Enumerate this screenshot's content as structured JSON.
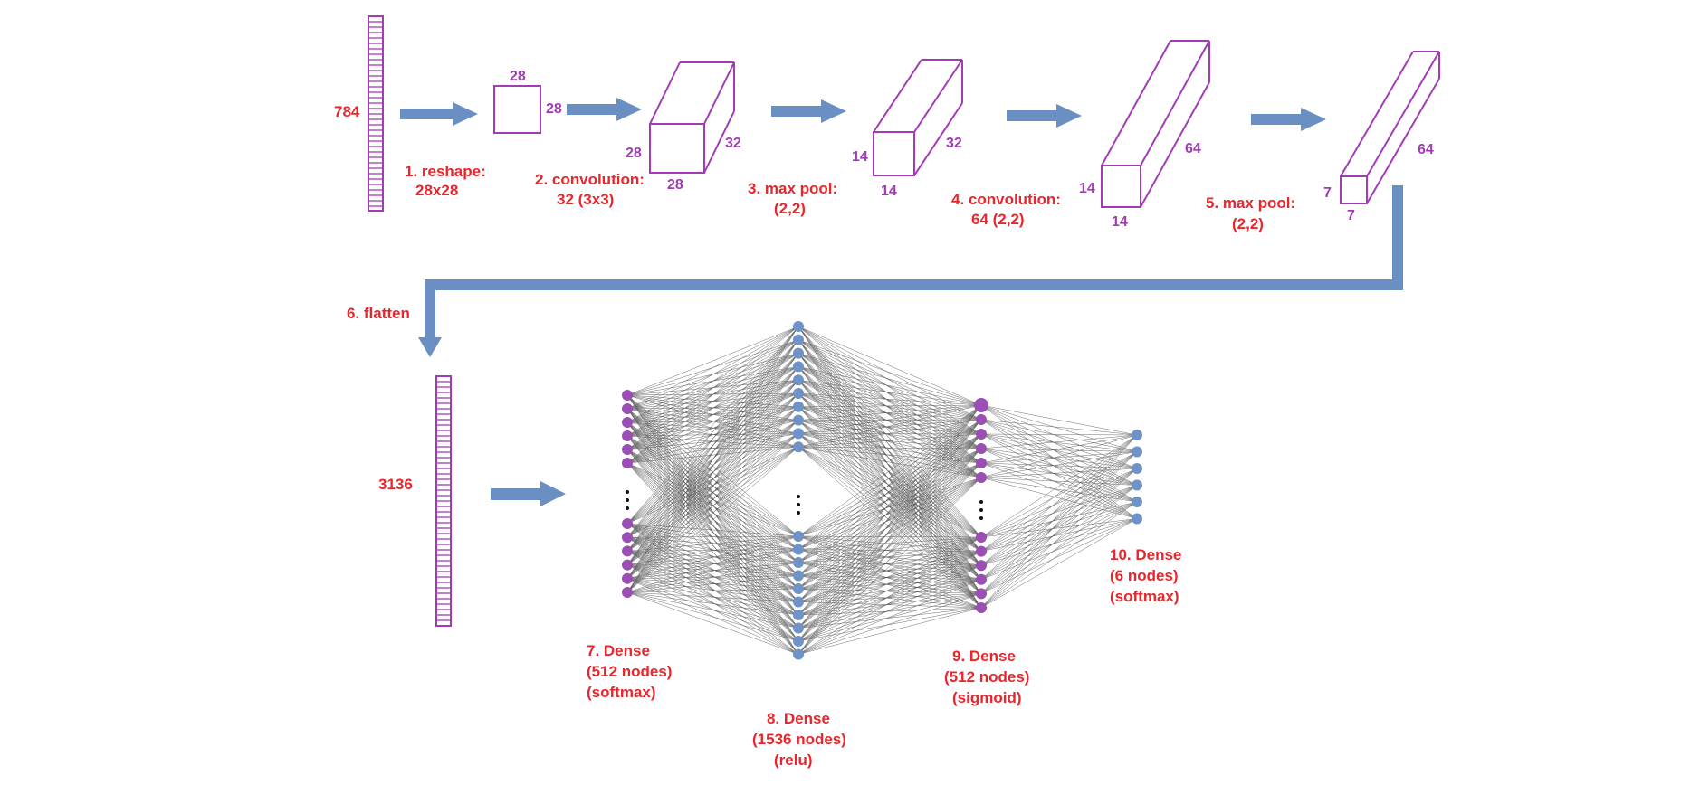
{
  "colors": {
    "layer_label": "#e8262c",
    "shape": "#a13cb4",
    "arrow": "#6a8fc2",
    "node_purple": "#9b4eb3",
    "node_blue": "#6f93c6",
    "edge": "#555555",
    "background": "#ffffff"
  },
  "input": {
    "size": "784"
  },
  "steps": [
    {
      "label_line1": "1. reshape:",
      "label_line2": "28x28",
      "dim_top": "28",
      "dim_right": "28"
    },
    {
      "label_line1": "2. convolution:",
      "label_line2": "32 (3x3)",
      "dim_left": "28",
      "dim_bottom": "28",
      "dim_depth": "32"
    },
    {
      "label_line1": "3. max pool:",
      "label_line2": "(2,2)",
      "dim_left": "14",
      "dim_bottom": "14",
      "dim_depth": "32"
    },
    {
      "label_line1": "4. convolution:",
      "label_line2": "64 (2,2)",
      "dim_left": "14",
      "dim_bottom": "14",
      "dim_depth": "64"
    },
    {
      "label_line1": "5. max pool:",
      "label_line2": "(2,2)",
      "dim_left": "7",
      "dim_bottom": "7",
      "dim_depth": "64"
    }
  ],
  "flatten": {
    "label": "6. flatten",
    "size": "3136"
  },
  "dense_layers": [
    {
      "line1": "7. Dense",
      "line2": "(512 nodes)",
      "line3": "(softmax)",
      "node_color": "purple"
    },
    {
      "line1": "8. Dense",
      "line2": "(1536 nodes)",
      "line3": "(relu)",
      "node_color": "blue"
    },
    {
      "line1": "9. Dense",
      "line2": "(512 nodes)",
      "line3": "(sigmoid)",
      "node_color": "purple"
    },
    {
      "line1": "10. Dense",
      "line2": "(6 nodes)",
      "line3": "(softmax)",
      "node_color": "blue"
    }
  ]
}
